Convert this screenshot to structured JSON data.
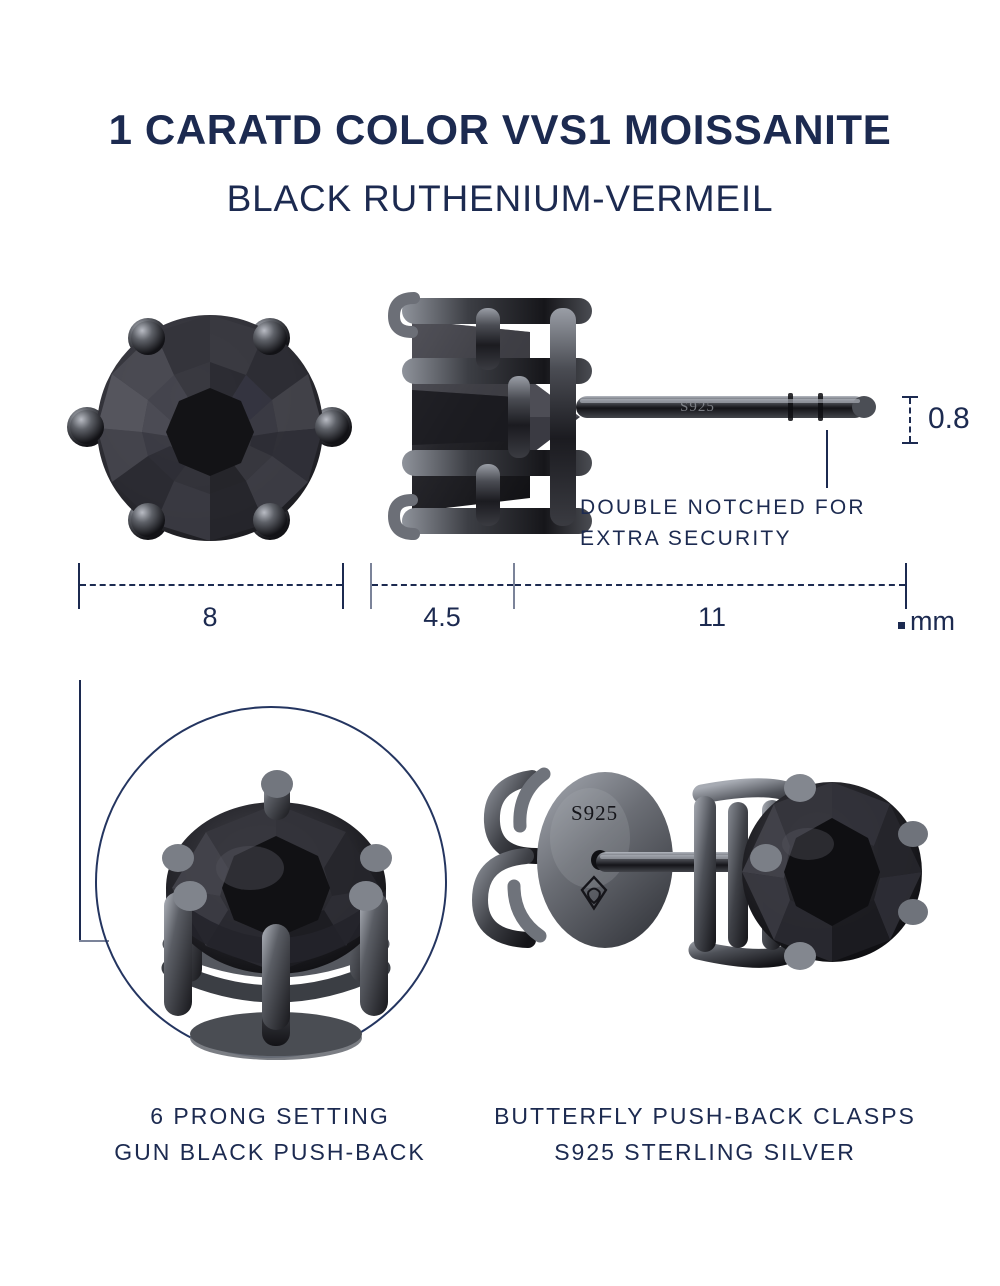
{
  "heading": {
    "title": "1 CARATD COLOR VVS1 MOISSANITE",
    "subtitle": "BLACK RUTHENIUM-VERMEIL"
  },
  "dimensions": {
    "gem_width": "8",
    "setting_depth": "4.5",
    "post_length": "11",
    "post_thickness": "0.8",
    "unit": "mm"
  },
  "callouts": {
    "notch_line1": "DOUBLE NOTCHED FOR",
    "notch_line2": "EXTRA SECURITY"
  },
  "captions": {
    "left_line1": "6 PRONG SETTING",
    "left_line2": "GUN BLACK PUSH-BACK",
    "right_line1": "BUTTERFLY PUSH-BACK CLASPS",
    "right_line2": "S925 STERLING SILVER"
  },
  "engravings": {
    "post_stamp": "S925",
    "clasp_stamp": "S925"
  },
  "colors": {
    "navy": "#1c2a50",
    "circle_outline": "#243560",
    "tick_grey": "#7b8399",
    "background": "#ffffff",
    "metal_dark": "#2b2b2f",
    "metal_light": "#8d9096",
    "gem_dark": "#121214",
    "gem_mid": "#3c3c42"
  }
}
